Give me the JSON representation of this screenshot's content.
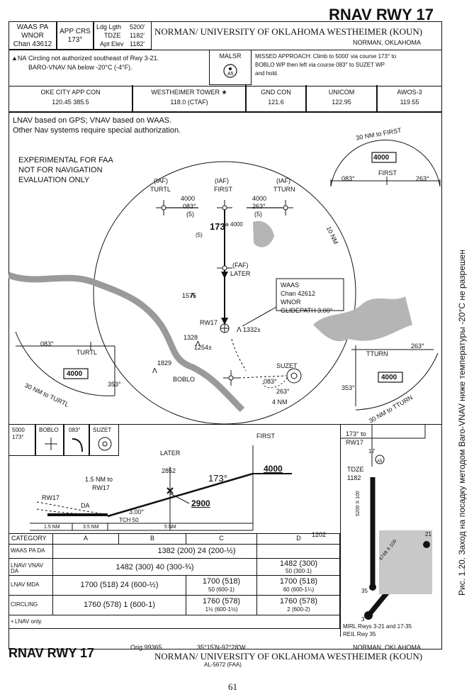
{
  "header": {
    "title": "RNAV RWY 17",
    "airport": "NORMAN/ UNIVERSITY OF OKLAHOMA WESTHEIMER (KOUN)",
    "city": "NORMAN, OKLAHOMA",
    "waas_pa": "WAAS PA",
    "wnor": "WNOR",
    "chan": "Chan 43612",
    "app_crs_label": "APP CRS",
    "app_crs_value": "173°",
    "ldg_lgth_label": "Ldg Lgth",
    "ldg_lgth_value": "5200'",
    "tdze_label": "TDZE",
    "tdze_value": "1182'",
    "apt_elev_label": "Apt Elev",
    "apt_elev_value": "1182'"
  },
  "notes": {
    "na_symbol": "NA",
    "circling": "Circling not authorized southeast of Rwy 3-21.",
    "baro": "BARO-VNAV NA below -20°C (-4°F).",
    "malsr": "MALSR",
    "missed": "MISSED APPROACH: Climb to 5000' via course 173° to",
    "missed2": "BOBLO WP then left via course 083° to SUZET WP",
    "missed3": "and hold."
  },
  "comms": [
    {
      "name": "OKE CITY APP CON",
      "freq": "120.45  385.5"
    },
    {
      "name": "WESTHEIMER TOWER ★",
      "freq": "118.0 (CTAF)"
    },
    {
      "name": "GND CON",
      "freq": "121.6"
    },
    {
      "name": "UNICOM",
      "freq": "122.95"
    },
    {
      "name": "AWOS-3",
      "freq": "119.55"
    }
  ],
  "plan": {
    "lnav_note1": "LNAV based on GPS; VNAV based on WAAS.",
    "lnav_note2": "Other Nav systems require special authorization.",
    "exp1": "EXPERIMENTAL FOR FAA",
    "exp2": "NOT FOR NAVIGATION",
    "exp3": "EVALUATION ONLY",
    "iaf": "(IAF)",
    "faf": "(FAF)",
    "turtl": "TURTL",
    "first": "FIRST",
    "tturn": "TTURN",
    "later": "LATER",
    "rw17": "RW17",
    "boblo": "BOBLO",
    "suzet": "SUZET",
    "alt4000": "4000",
    "crs083": "083°",
    "crs263": "263°",
    "crs173": "173°",
    "crs353": "353°",
    "five": "(5)",
    "ten_nm": "10 NM",
    "four_nm": "4 NM",
    "e1575": "1575",
    "e1328": "1328",
    "e1254": "1254±",
    "e1332": "1332±",
    "e1829": "1829",
    "e1202": "1202",
    "waas_box1": "WAAS",
    "waas_box2": "Chan 42612",
    "waas_box3": "WNOR",
    "waas_box4": "GLIDEPATH 3.00°",
    "taa_first": "30 NM to FIRST",
    "taa_turtl": "30 NM to TURTL",
    "taa_tturn": "30 NM to TTURN"
  },
  "profile": {
    "ma_alt": "5000",
    "ma_crs": "173°",
    "boblo": "BOBLO",
    "crs083": "083°",
    "suzet": "SUZET",
    "later": "LATER",
    "later_alt": "2852",
    "first": "FIRST",
    "alt4000": "4000",
    "alt2900": "2900",
    "crs173": "173°",
    "nm_to": "1.5 NM to",
    "rw17_2": "RW17",
    "rw17": "RW17",
    "da": "DA",
    "gs": "3.00°",
    "tch": "TCH 50",
    "d1": "1.5 NM",
    "d2": "3.5 NM",
    "d3": "5 NM"
  },
  "minima": {
    "headers": [
      "CATEGORY",
      "A",
      "B",
      "C",
      "D"
    ],
    "rows": [
      {
        "label": "WAAS PA  DA",
        "ab": "1382 (200)  24 (200-½)",
        "d": ""
      },
      {
        "label": "LNAV/ VNAV  DA",
        "ab": "1482 (300)  40 (300-¾)",
        "d": "1482 (300)",
        "d2": "50 (300-1)"
      },
      {
        "label": "LNAV  MDA",
        "ab": "1700 (518)  24 (600-½)",
        "c": "1700 (518)",
        "c2": "50 (600-1)",
        "d": "1700 (518)",
        "d2": "60 (600-1¼)"
      },
      {
        "label": "CIRCLING",
        "ab": "1760 (578)  1 (600-1)",
        "c": "1760 (578)",
        "c2": "1½ (600-1½)",
        "d": "1760 (578)",
        "d2": "2 (600-2)"
      }
    ],
    "footnote": "• LNAV only."
  },
  "airport_diagram": {
    "crs": "173° to",
    "rw17": "RW17",
    "tdze_label": "TDZE",
    "tdze_value": "1182",
    "rwy_dim": "5200 X 100",
    "rwy2_dim": "4749 X 100",
    "num17": "17",
    "num35": "35",
    "num21": "21",
    "num3": "3",
    "lighting1": "MIRL Rwys 3-21 and 17-35",
    "lighting2": "REIL Rwy 35"
  },
  "footer": {
    "title": "RNAV RWY 17",
    "orig": "Orig 99365",
    "coord": "35°15'N-97°28'W",
    "city": "NORMAN, OKLAHOMA",
    "airport": "NORMAN/ UNIVERSITY OF OKLAHOMA WESTHEIMER (KOUN)",
    "al": "AL-5672 (FAA)",
    "page_number": "61"
  },
  "caption": "Рис. 1.20. Заход на посадку методом Baro-VNAV ниже температуры -20°С не разрешен"
}
